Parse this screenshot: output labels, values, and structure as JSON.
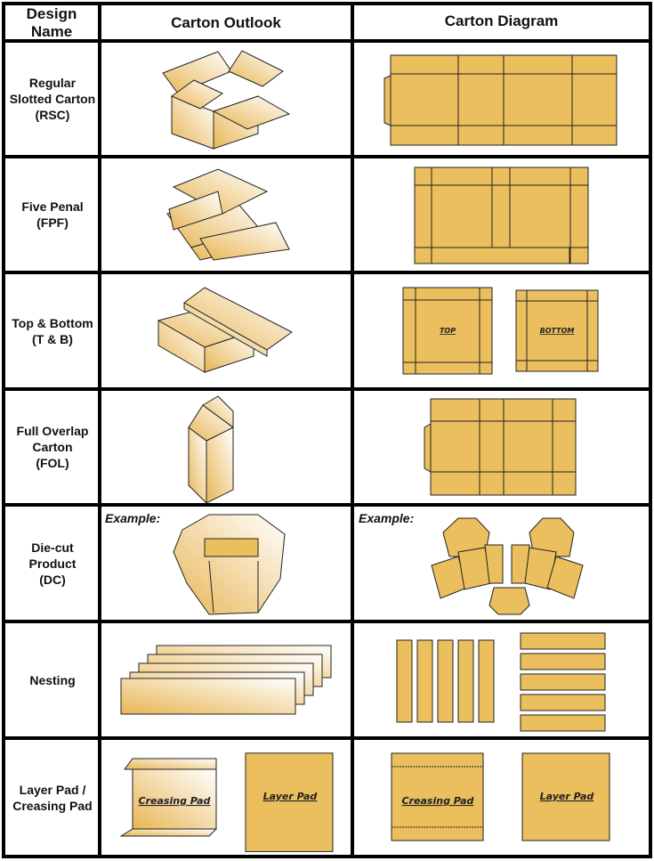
{
  "header": {
    "col1": "Design Name",
    "col1_line1": "Design",
    "col1_line2": "Name",
    "col2": "Carton Outlook",
    "col3": "Carton Diagram"
  },
  "rows": [
    {
      "lines": [
        "Regular",
        "Slotted Carton",
        "(RSC)"
      ]
    },
    {
      "lines": [
        "Five Penal",
        "(FPF)"
      ]
    },
    {
      "lines": [
        "Top & Bottom",
        "(T & B)"
      ],
      "diagram_labels": [
        "TOP",
        "BOTTOM"
      ]
    },
    {
      "lines": [
        "Full Overlap",
        "Carton",
        "(FOL)"
      ]
    },
    {
      "lines": [
        "Die-cut",
        "Product",
        "(DC)"
      ],
      "outlook_caption": "Example:",
      "diagram_caption": "Example:"
    },
    {
      "lines": [
        "Nesting"
      ]
    },
    {
      "lines": [
        "Layer Pad /",
        "Creasing Pad"
      ],
      "labels": {
        "creasing": "Creasing Pad",
        "layer": "Layer Pad"
      }
    }
  ],
  "colors": {
    "carton": "#EBBE5E",
    "border": "#000000"
  }
}
